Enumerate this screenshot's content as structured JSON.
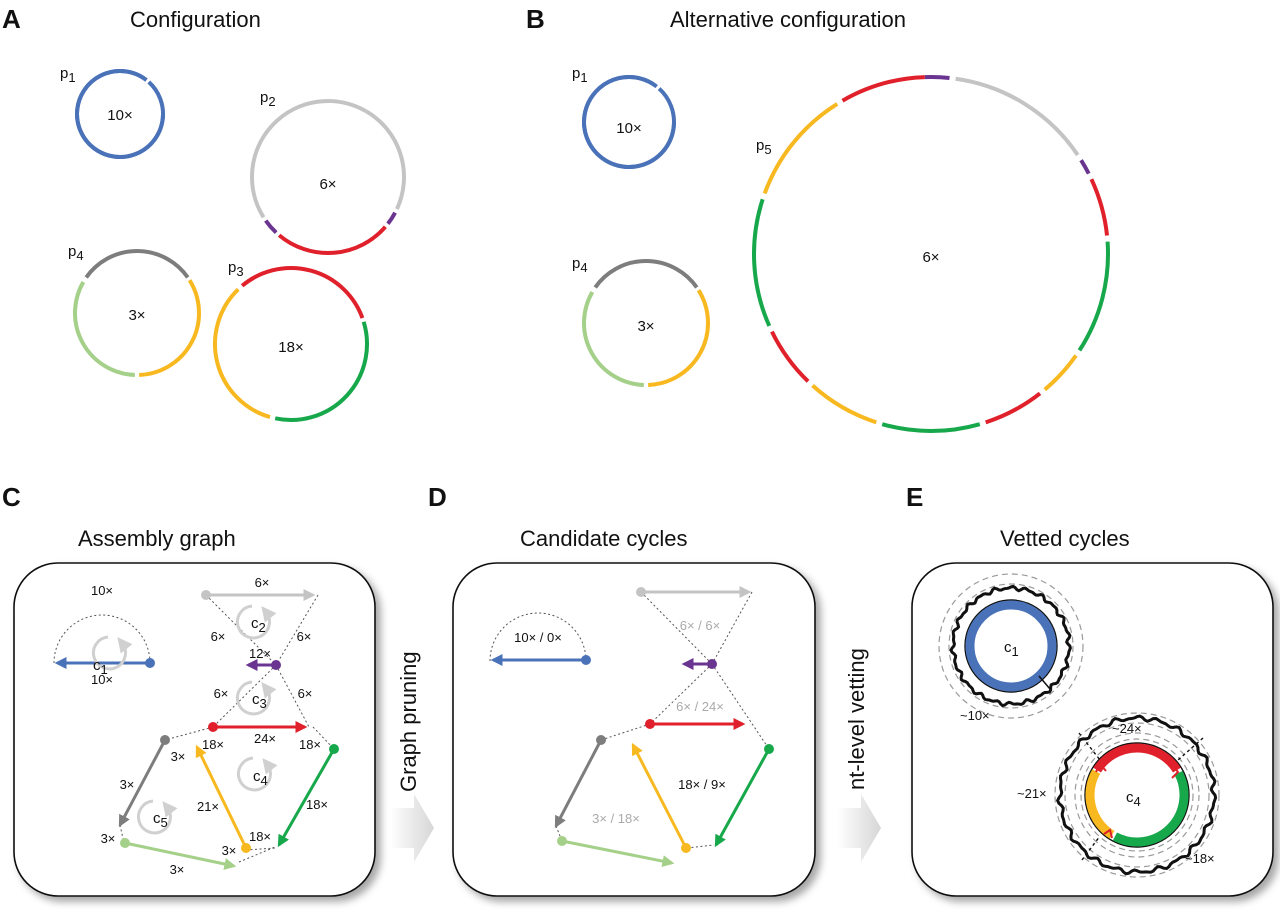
{
  "colors": {
    "blue": "#4a72b8",
    "light_gray": "#c4c4c4",
    "dark_gray": "#7d7d7d",
    "red": "#e0202a",
    "purple": "#6a3591",
    "green": "#16a84a",
    "yellow": "#f8b820",
    "light_green": "#a5d08a",
    "loop_gray": "#d0d0d0",
    "dashed_gray": "#9a9a9a"
  },
  "panels": {
    "A": {
      "letter": "A",
      "title": "Configuration",
      "plasmids": [
        {
          "name": "p",
          "sub": "1",
          "coverage": "10×"
        },
        {
          "name": "p",
          "sub": "2",
          "coverage": "6×"
        },
        {
          "name": "p",
          "sub": "4",
          "coverage": "3×"
        },
        {
          "name": "p",
          "sub": "3",
          "coverage": "18×"
        }
      ]
    },
    "B": {
      "letter": "B",
      "title": "Alternative configuration",
      "plasmids": [
        {
          "name": "p",
          "sub": "1",
          "coverage": "10×"
        },
        {
          "name": "p",
          "sub": "5",
          "coverage": "6×"
        },
        {
          "name": "p",
          "sub": "4",
          "coverage": "3×"
        }
      ]
    },
    "C": {
      "letter": "C",
      "title": "Assembly graph",
      "cycles": [
        {
          "name": "c",
          "sub": "1"
        },
        {
          "name": "c",
          "sub": "2"
        },
        {
          "name": "c",
          "sub": "3"
        },
        {
          "name": "c",
          "sub": "4"
        },
        {
          "name": "c",
          "sub": "5"
        }
      ],
      "edge_labels": {
        "blue_top": "10×",
        "blue_bottom": "10×",
        "gray_top": "6×",
        "gray_left": "6×",
        "gray_right": "6×",
        "purple": "12×",
        "red_up_left": "6×",
        "red_up_right": "6×",
        "red": "24×",
        "red_left": "18×",
        "red_right": "18×",
        "dgray_top": "3×",
        "dgray_left": "3×",
        "yellow": "21×",
        "yellow_bottom": "18×",
        "yellow_dot": "3×",
        "green": "18×",
        "lgreen_left": "3×",
        "lgreen": "3×"
      }
    },
    "D": {
      "letter": "D",
      "title": "Candidate cycles",
      "edge_labels": {
        "blue": "10× / 0×",
        "gray": "6× / 6×",
        "red": "6× / 24×",
        "green": "18× / 9×",
        "dgray": "3× / 18×"
      }
    },
    "E": {
      "letter": "E",
      "title": "Vetted cycles",
      "cycles": [
        {
          "name": "c",
          "sub": "1",
          "coverage": "~10×"
        },
        {
          "name": "c",
          "sub": "4",
          "coverage_top": "~24×",
          "coverage_left": "~21×",
          "coverage_right": "~18×"
        }
      ]
    }
  },
  "arrows": {
    "pruning": "Graph pruning",
    "vetting": "nt-level vetting"
  }
}
